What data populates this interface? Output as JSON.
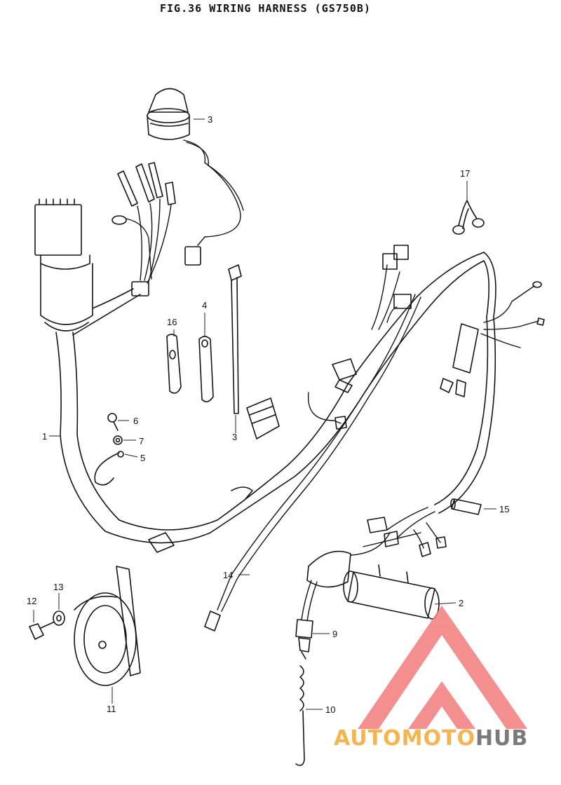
{
  "figure": {
    "title": "FIG.36  WIRING HARNESS (GS750B)"
  },
  "callouts": {
    "p1": "1",
    "p2": "2",
    "p3a": "3",
    "p3b": "3",
    "p4": "4",
    "p5": "5",
    "p6": "6",
    "p7": "7",
    "p9": "9",
    "p10": "10",
    "p11": "11",
    "p12": "12",
    "p13": "13",
    "p14": "14",
    "p15": "15",
    "p16": "16",
    "p17": "17"
  },
  "watermark": {
    "part1": "AUTO",
    "part2": "MOTO",
    "part3": "HUB",
    "color_primary": "#f6b451",
    "color_secondary": "#7a7a7a",
    "color_logo": "#f27c7c"
  }
}
